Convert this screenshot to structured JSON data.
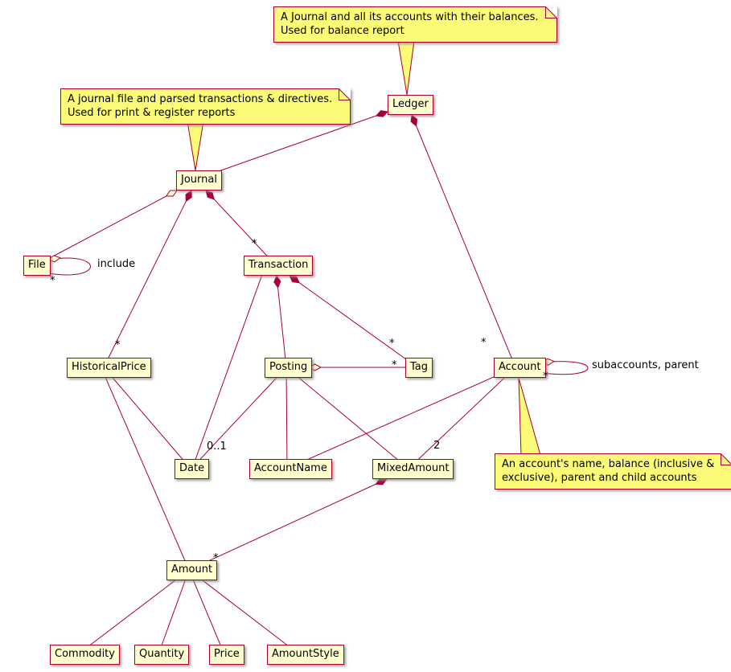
{
  "diagram": {
    "type": "uml-class-diagram",
    "colors": {
      "class_fill": "#FEFECE",
      "class_border": "#A80036",
      "note_fill": "#FBFB77",
      "note_border": "#A80036",
      "edge": "#A80036",
      "text": "#000000"
    },
    "classes": {
      "ledger": "Ledger",
      "journal": "Journal",
      "file": "File",
      "transaction": "Transaction",
      "historical_price": "HistoricalPrice",
      "posting": "Posting",
      "tag": "Tag",
      "account": "Account",
      "date": "Date",
      "account_name": "AccountName",
      "mixed_amount": "MixedAmount",
      "amount": "Amount",
      "commodity": "Commodity",
      "quantity": "Quantity",
      "price": "Price",
      "amount_style": "AmountStyle"
    },
    "notes": {
      "ledger_note": {
        "line1": "A Journal and all its accounts with their balances.",
        "line2": "Used for balance report"
      },
      "journal_note": {
        "line1": "A journal file and parsed transactions & directives.",
        "line2": "Used for print & register reports"
      },
      "account_note": {
        "line1": "An account's name, balance (inclusive &",
        "line2": "exclusive), parent and child accounts"
      }
    },
    "edge_labels": {
      "file_include": "include",
      "file_include_mult": "*",
      "journal_transaction_mult": "*",
      "journal_historical_price_mult": "*",
      "transaction_tag_mult": "*",
      "posting_tag_mult": "*",
      "ledger_account_mult": "*",
      "account_self_mult": "*",
      "account_self_label": "subaccounts, parent",
      "posting_date_mult": "0..1",
      "account_mixed_amount_mult": "2",
      "mixed_amount_amount_mult": "*"
    },
    "relationships": [
      {
        "from": "Ledger",
        "to": "Journal",
        "type": "composition"
      },
      {
        "from": "Ledger",
        "to": "Account",
        "type": "composition",
        "to_mult": "*"
      },
      {
        "from": "Journal",
        "to": "File",
        "type": "aggregation"
      },
      {
        "from": "File",
        "to": "File",
        "type": "aggregation",
        "to_mult": "*",
        "label": "include"
      },
      {
        "from": "Journal",
        "to": "HistoricalPrice",
        "type": "composition",
        "to_mult": "*"
      },
      {
        "from": "Journal",
        "to": "Transaction",
        "type": "composition",
        "to_mult": "*"
      },
      {
        "from": "Transaction",
        "to": "Posting",
        "type": "composition"
      },
      {
        "from": "Transaction",
        "to": "Tag",
        "type": "composition",
        "to_mult": "*"
      },
      {
        "from": "Transaction",
        "to": "Date",
        "type": "association"
      },
      {
        "from": "Posting",
        "to": "Tag",
        "type": "aggregation",
        "to_mult": "*"
      },
      {
        "from": "Posting",
        "to": "Date",
        "type": "association",
        "to_mult": "0..1"
      },
      {
        "from": "Posting",
        "to": "AccountName",
        "type": "association"
      },
      {
        "from": "Posting",
        "to": "MixedAmount",
        "type": "association"
      },
      {
        "from": "Account",
        "to": "Account",
        "type": "aggregation",
        "to_mult": "*",
        "label": "subaccounts, parent"
      },
      {
        "from": "Account",
        "to": "AccountName",
        "type": "association"
      },
      {
        "from": "Account",
        "to": "MixedAmount",
        "type": "association",
        "to_mult": "2"
      },
      {
        "from": "HistoricalPrice",
        "to": "Date",
        "type": "association"
      },
      {
        "from": "HistoricalPrice",
        "to": "Amount",
        "type": "association"
      },
      {
        "from": "MixedAmount",
        "to": "Amount",
        "type": "composition",
        "to_mult": "*"
      },
      {
        "from": "Amount",
        "to": "Commodity",
        "type": "association"
      },
      {
        "from": "Amount",
        "to": "Quantity",
        "type": "association"
      },
      {
        "from": "Amount",
        "to": "Price",
        "type": "association"
      },
      {
        "from": "Amount",
        "to": "AmountStyle",
        "type": "association"
      }
    ]
  }
}
